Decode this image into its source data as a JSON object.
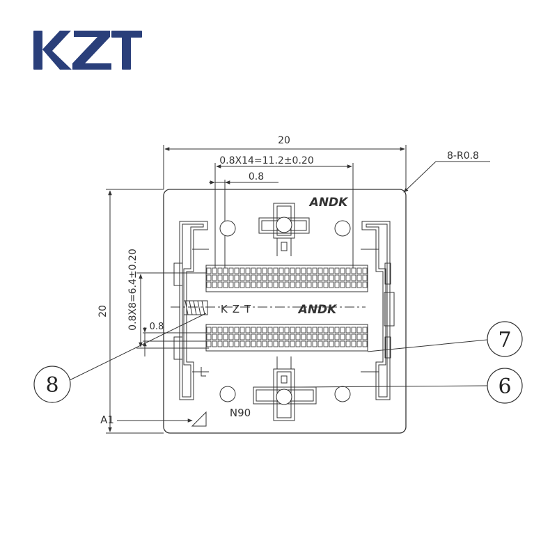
{
  "logo": {
    "text": "KZT",
    "color": "#2a3f7a"
  },
  "dimensions": {
    "width": "20",
    "height": "20",
    "pitch_x": "0.8X14=11.2±0.20",
    "pitch_x_single": "0.8",
    "pitch_y": "0.8X8=6.4±0.20",
    "pitch_y_single": "0.8",
    "corner_radius": "8-R0.8"
  },
  "callouts": {
    "c6": "6",
    "c7": "7",
    "c8": "8"
  },
  "markings": {
    "a1": "A1",
    "model": "N90",
    "brand_top": "ANDK",
    "brand_center": "ANDK",
    "kzt_center": "KZT"
  },
  "colors": {
    "line": "#333333",
    "pad": "#444444",
    "bg": "#ffffff"
  }
}
